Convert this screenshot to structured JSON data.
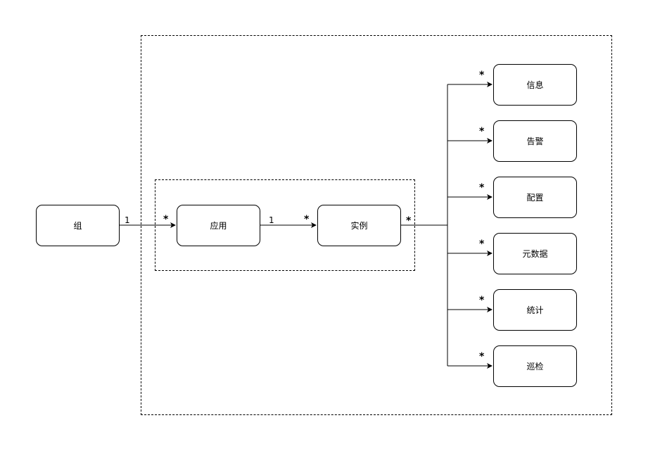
{
  "nodes": {
    "group": "组",
    "app": "应用",
    "instance": "实例",
    "info": "信息",
    "alert": "告警",
    "config": "配置",
    "metadata": "元数据",
    "stats": "统计",
    "inspection": "巡检"
  },
  "multiplicities": {
    "group_app_source": "1",
    "group_app_target": "*",
    "app_instance_source": "1",
    "app_instance_target": "*",
    "instance_out": "*",
    "info": "*",
    "alert": "*",
    "config": "*",
    "metadata": "*",
    "stats": "*",
    "inspection": "*"
  }
}
